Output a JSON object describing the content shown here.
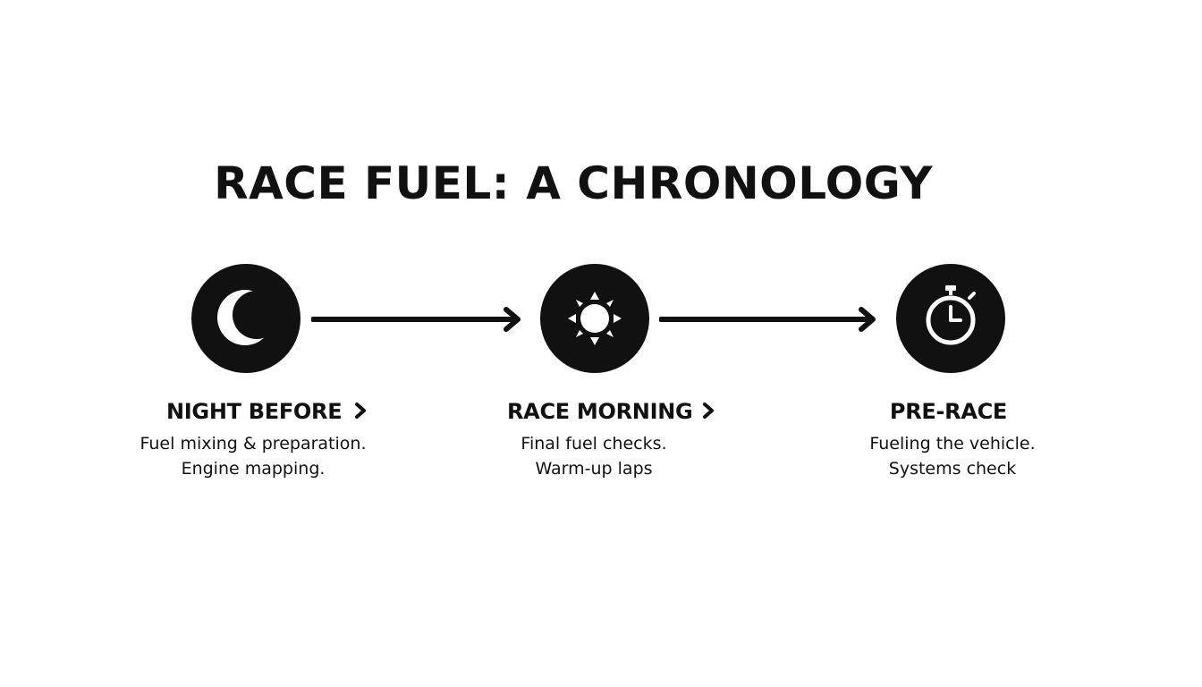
{
  "title": "RACE FUEL: A CHRONOLOGY",
  "colors": {
    "ink": "#111111",
    "background": "#ffffff"
  },
  "steps": [
    {
      "label": "NIGHT BEFORE",
      "icon": "crescent-moon-icon",
      "has_chevron": true,
      "description": [
        "Fuel mixing & preparation.",
        "Engine mapping."
      ]
    },
    {
      "label": "RACE MORNING",
      "icon": "sun-icon",
      "has_chevron": true,
      "description": [
        "Final fuel checks.",
        "Warm-up laps"
      ]
    },
    {
      "label": "PRE-RACE",
      "icon": "stopwatch-icon",
      "has_chevron": false,
      "description": [
        "Fueling the vehicle.",
        "Systems check"
      ]
    }
  ]
}
